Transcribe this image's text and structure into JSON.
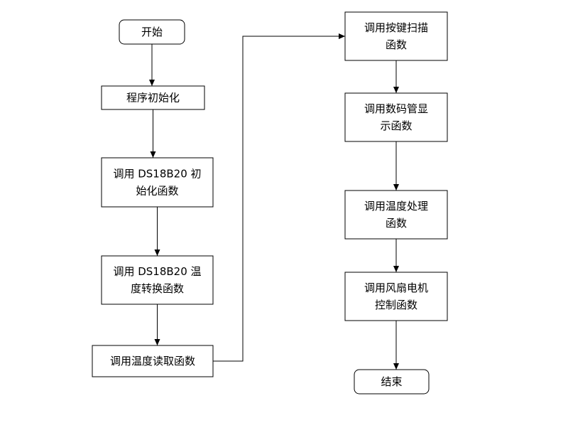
{
  "nodes": [
    {
      "id": "start",
      "shape": "rounded",
      "lines": [
        "开始"
      ]
    },
    {
      "id": "init",
      "shape": "rect",
      "lines": [
        "程序初始化"
      ]
    },
    {
      "id": "ds_init",
      "shape": "rect",
      "lines": [
        "调用 DS18B20 初",
        "始化函数"
      ]
    },
    {
      "id": "ds_convert",
      "shape": "rect",
      "lines": [
        "调用 DS18B20 温",
        "度转换函数"
      ]
    },
    {
      "id": "temp_read",
      "shape": "rect",
      "lines": [
        "调用温度读取函数"
      ]
    },
    {
      "id": "key_scan",
      "shape": "rect",
      "lines": [
        "调用按键扫描",
        "函数"
      ]
    },
    {
      "id": "display",
      "shape": "rect",
      "lines": [
        "调用数码管显",
        "示函数"
      ]
    },
    {
      "id": "temp_proc",
      "shape": "rect",
      "lines": [
        "调用温度处理",
        "函数"
      ]
    },
    {
      "id": "fan_ctrl",
      "shape": "rect",
      "lines": [
        "调用风扇电机",
        "控制函数"
      ]
    },
    {
      "id": "end",
      "shape": "rounded",
      "lines": [
        "结束"
      ]
    }
  ],
  "edges": [
    {
      "from": "start",
      "to": "init"
    },
    {
      "from": "init",
      "to": "ds_init"
    },
    {
      "from": "ds_init",
      "to": "ds_convert"
    },
    {
      "from": "ds_convert",
      "to": "temp_read"
    },
    {
      "from": "temp_read",
      "to": "key_scan"
    },
    {
      "from": "key_scan",
      "to": "display"
    },
    {
      "from": "display",
      "to": "temp_proc"
    },
    {
      "from": "temp_proc",
      "to": "fan_ctrl"
    },
    {
      "from": "fan_ctrl",
      "to": "end"
    }
  ],
  "colors": {
    "stroke": "#000000",
    "fill": "#ffffff",
    "text": "#000000"
  }
}
